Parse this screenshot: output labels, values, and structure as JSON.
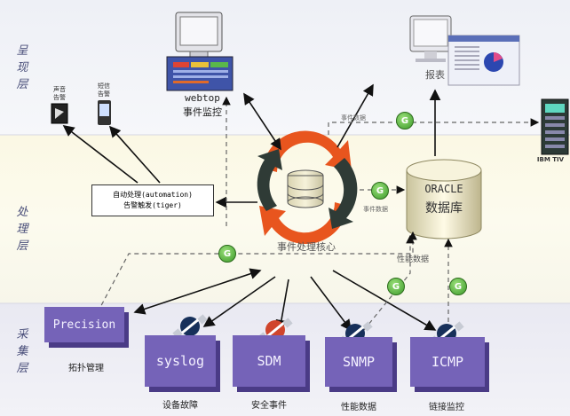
{
  "layers": {
    "presentation": "呈现层",
    "processing": "处理层",
    "collection": "采集层"
  },
  "webtop": {
    "title": "webtop",
    "subtitle": "事件监控"
  },
  "report": {
    "label": "报表"
  },
  "ibm": {
    "label": "IBM TIV"
  },
  "alarms": {
    "sound_line1": "声音",
    "sound_line2": "告警",
    "sms_line1": "短信",
    "sms_line2": "告警"
  },
  "automation": {
    "line1": "自动处理(automation)",
    "line2": "告警触发(tiger)"
  },
  "oracle": {
    "line1": "ORACLE",
    "line2": "数据库"
  },
  "core": {
    "label": "事件处理核心"
  },
  "flows": {
    "event_data_top": "事件数据",
    "event_data_mid": "事件数据",
    "perf_data": "性能数据"
  },
  "badge_letter": "G",
  "collectors": {
    "precision": {
      "label": "Precision",
      "caption": "拓扑管理"
    },
    "syslog": {
      "label": "syslog",
      "caption": "设备故障"
    },
    "sdm": {
      "label": "SDM",
      "caption": "安全事件"
    },
    "snmp": {
      "label": "SNMP",
      "caption": "性能数据"
    },
    "icmp": {
      "label": "ICMP",
      "caption": "链接监控"
    }
  },
  "colors": {
    "box": "#7563b8",
    "badge": "#3c9a2a",
    "core_arrow_orange": "#e8551e",
    "core_arrow_dark": "#2f3b36"
  }
}
